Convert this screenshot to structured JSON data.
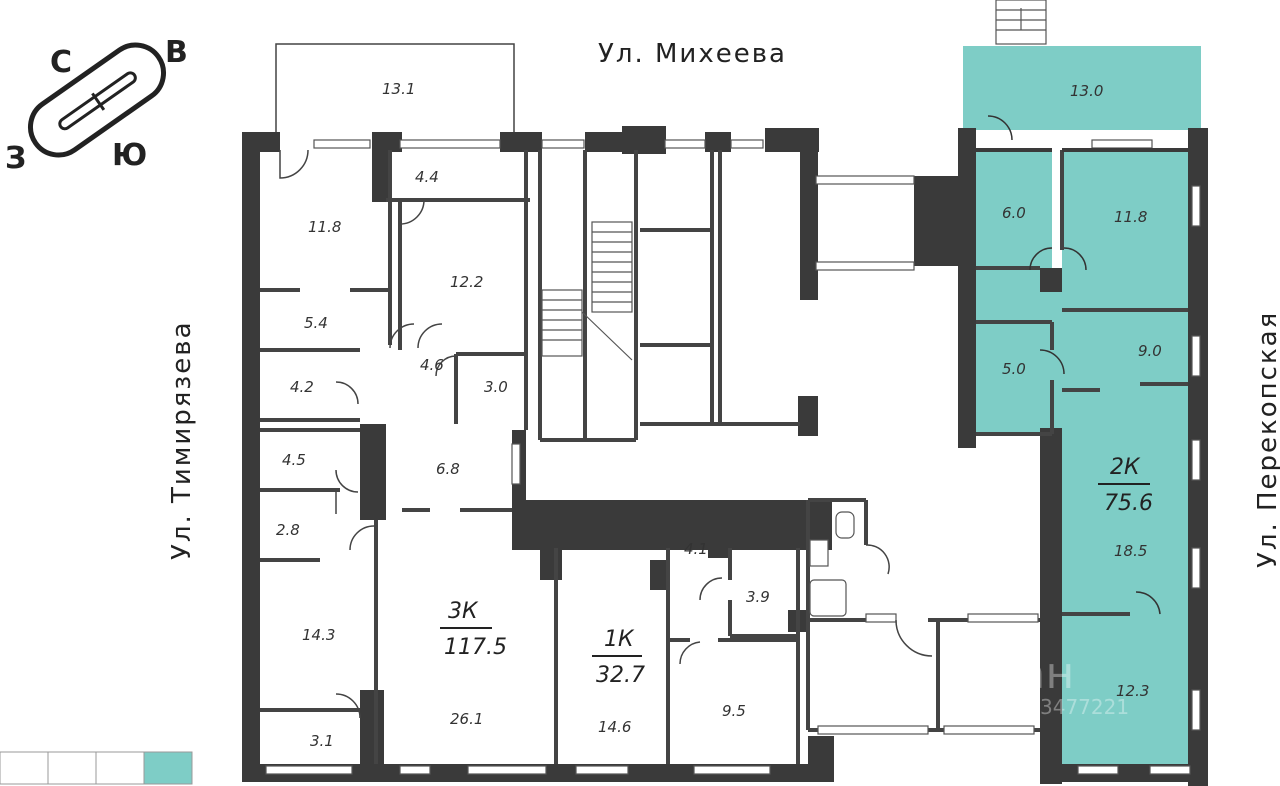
{
  "streets": {
    "north": "Ул. Михеева",
    "west": "Ул. Тимирязева",
    "east": "Ул. Перекопская"
  },
  "compass": {
    "north": "С",
    "east": "В",
    "south": "Ю",
    "west": "З"
  },
  "colors": {
    "highlight": "#7ecdc6",
    "wall": "#3a3a3a",
    "line": "#555555"
  },
  "rooms": {
    "r13_1": "13.1",
    "r11_8a": "11.8",
    "r4_4": "4.4",
    "r12_2": "12.2",
    "r5_4": "5.4",
    "r4_2": "4.2",
    "r4_6": "4.6",
    "r3_0": "3.0",
    "r4_5": "4.5",
    "r6_8": "6.8",
    "r2_8": "2.8",
    "r14_3": "14.3",
    "r3_1": "3.1",
    "r26_1": "26.1",
    "r14_6": "14.6",
    "r4_1": "4.1",
    "r3_9": "3.9",
    "r9_5": "9.5",
    "r13_0": "13.0",
    "r6_0": "6.0",
    "r11_8b": "11.8",
    "r5_0": "5.0",
    "r9_0": "9.0",
    "r18_5": "18.5",
    "r12_3": "12.3"
  },
  "apartments": {
    "a3k": {
      "type": "3К",
      "area": "117.5"
    },
    "a1k": {
      "type": "1К",
      "area": "32.7"
    },
    "a2k": {
      "type": "2К",
      "area": "75.6"
    }
  },
  "watermark": {
    "brand": "циан",
    "id": "3477221"
  }
}
